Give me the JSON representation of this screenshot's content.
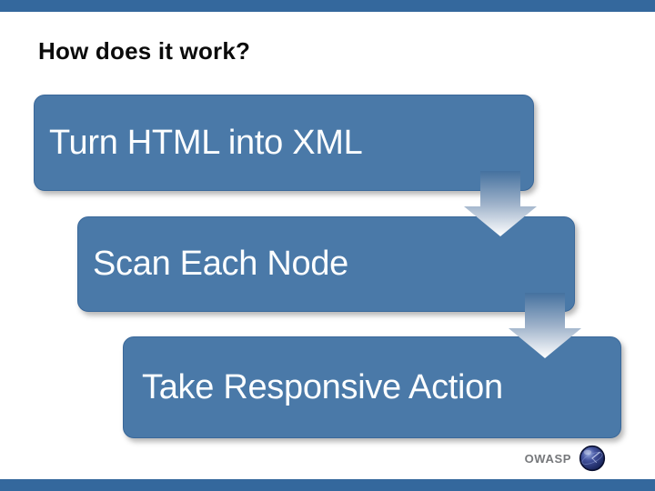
{
  "slide": {
    "title": "How does it work?",
    "steps": [
      {
        "label": "Turn HTML into XML"
      },
      {
        "label": "Scan Each Node"
      },
      {
        "label": "Take Responsive Action"
      }
    ],
    "connectors": [
      {
        "icon": "down-arrow"
      },
      {
        "icon": "down-arrow"
      }
    ],
    "footer": {
      "brand": "OWASP",
      "logo_icon": "globe"
    },
    "colors": {
      "bar": "#34689d",
      "box_fill": "#4a79a8",
      "box_border": "#3a689a",
      "box_text": "#fcfeff",
      "arrow_gradient_top": "#45719f",
      "arrow_gradient_mid": "#9db1c9",
      "arrow_gradient_bottom": "#ffffff",
      "title_text": "#0b0b0b",
      "brand_text": "#76787b"
    }
  }
}
